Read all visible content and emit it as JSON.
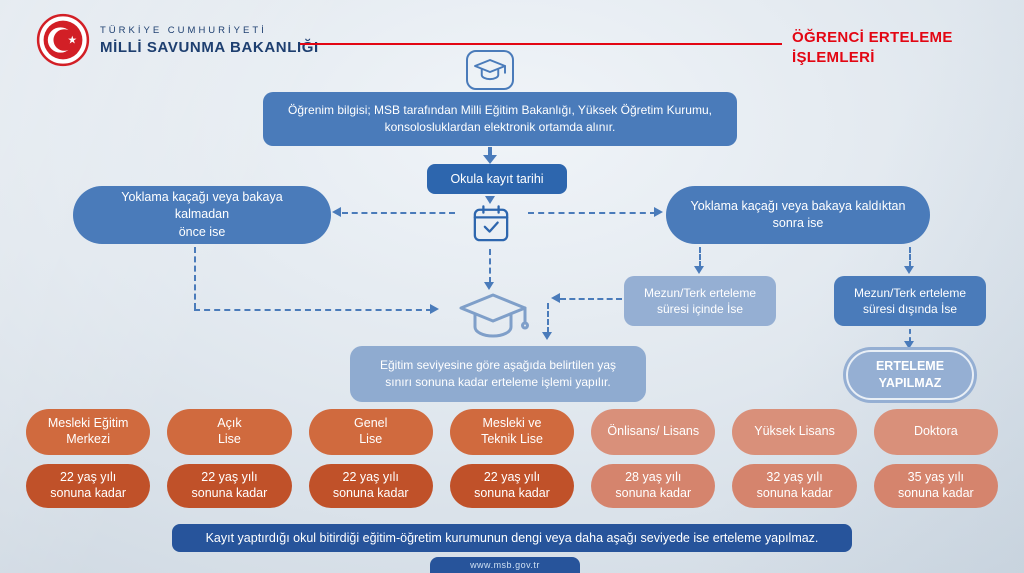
{
  "colors": {
    "accent-red": "#e30613",
    "navy-text": "#1e3f70",
    "main-blue": "#4a7bba",
    "dark-blue": "#2d66ae",
    "light-blue": "#95afd3",
    "pale-blue": "#8fabd0",
    "footer-navy": "#27549b",
    "orange": "#d06a3e",
    "orange-deep": "#c05129",
    "salmon": "#d9907a",
    "salmon-deep": "#d5846d",
    "logo-red": "#d21f26",
    "icon-light-blue": "#7f9fc9"
  },
  "header": {
    "republic": "TÜRKİYE CUMHURİYETİ",
    "ministry": "MİLLİ SAVUNMA BAKANLIĞI",
    "title_line1": "ÖĞRENCİ ERTELEME",
    "title_line2": "İŞLEMLERİ"
  },
  "flow": {
    "info": "Öğrenim bilgisi; MSB tarafından Milli Eğitim Bakanlığı, Yüksek Öğretim Kurumu,\nkonsolosluklardan elektronik ortamda alınır.",
    "enrollment": "Okula kayıt tarihi",
    "before": "Yoklama kaçağı veya bakaya kalmadan\nönce ise",
    "after": "Yoklama kaçağı veya bakaya kaldıktan\nsonra ise",
    "within": "Mezun/Terk erteleme\nsüresi içinde İse",
    "outside": "Mezun/Terk erteleme\nsüresi dışında İse",
    "no_deferment": "ERTELEME\nYAPILMAZ",
    "age_rule": "Eğitim seviyesine göre aşağıda belirtilen yaş\nsınırı sonuna kadar erteleme işlemi yapılır."
  },
  "education": [
    {
      "level": "Mesleki Eğitim\nMerkezi",
      "limit": "22 yaş yılı\nsonuna kadar"
    },
    {
      "level": "Açık\nLise",
      "limit": "22 yaş yılı\nsonuna kadar"
    },
    {
      "level": "Genel\nLise",
      "limit": "22 yaş yılı\nsonuna kadar"
    },
    {
      "level": "Mesleki ve\nTeknik Lise",
      "limit": "22 yaş yılı\nsonuna kadar"
    },
    {
      "level": "Önlisans/ Lisans",
      "limit": "28 yaş yılı\nsonuna kadar"
    },
    {
      "level": "Yüksek Lisans",
      "limit": "32 yaş yılı\nsonuna kadar"
    },
    {
      "level": "Doktora",
      "limit": "35 yaş yılı\nsonuna kadar"
    }
  ],
  "footer": {
    "note": "Kayıt yaptırdığı okul bitirdiği eğitim-öğretim kurumunun dengi veya daha aşağı seviyede ise erteleme yapılmaz.",
    "website": "www.msb.gov.tr"
  }
}
